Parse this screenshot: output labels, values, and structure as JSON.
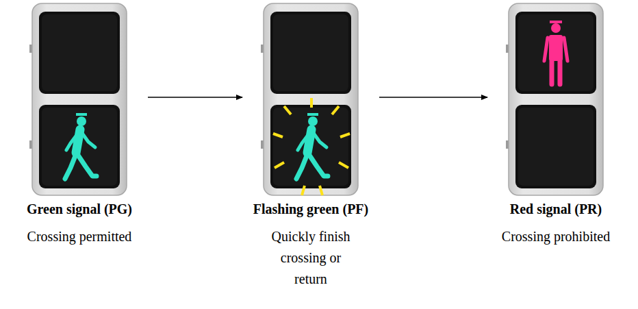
{
  "diagram": {
    "nodes": [
      {
        "text": [
          "Green signal (PG)",
          "Crossing permitted"
        ]
      },
      {
        "text": [
          "Flashing green (PF)",
          "Quickly finish crossing or return"
        ]
      },
      {
        "text": [
          "Red signal (PR)",
          "Crossing prohibited"
        ]
      }
    ],
    "edges": [
      {
        "from": 0,
        "to": 1,
        "arrow": "to"
      },
      {
        "from": 1,
        "to": 2,
        "arrow": "to"
      }
    ]
  }
}
